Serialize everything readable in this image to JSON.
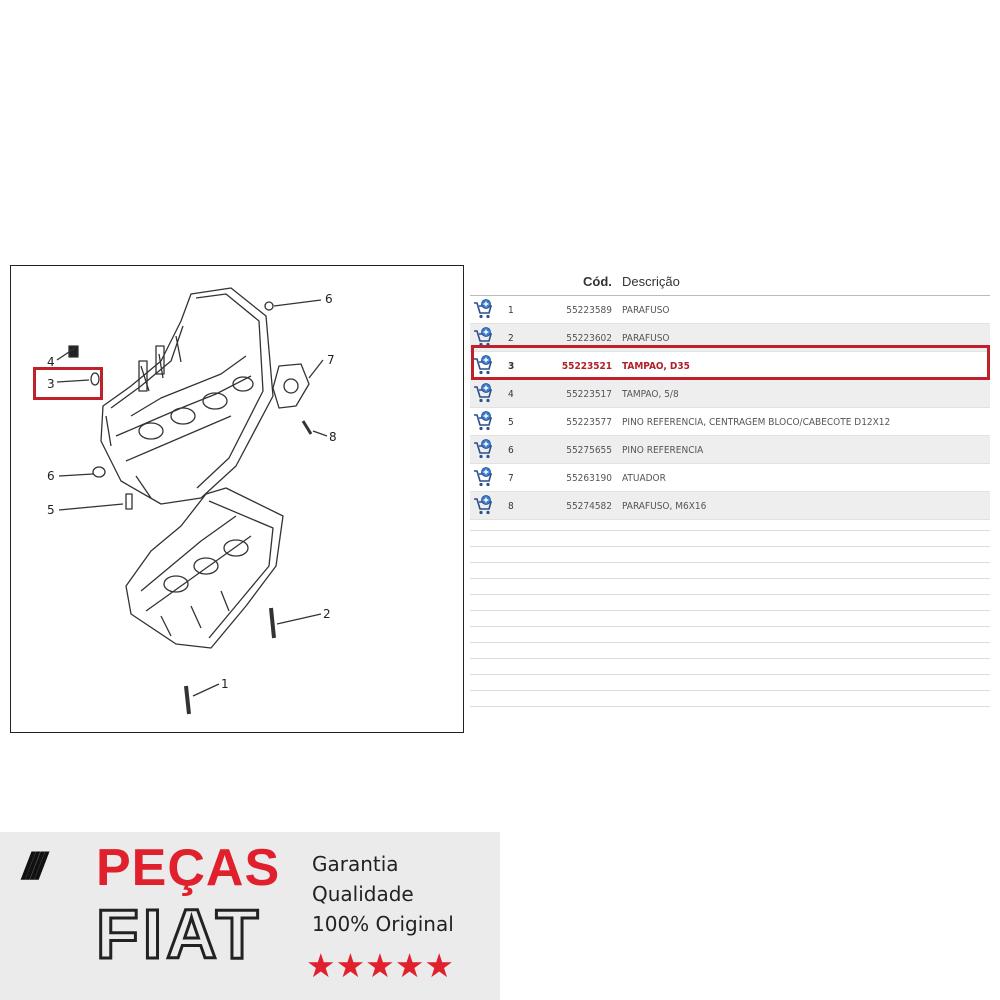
{
  "diagram": {
    "callouts": [
      "6",
      "4",
      "3",
      "7",
      "8",
      "6",
      "5",
      "2",
      "1"
    ]
  },
  "table": {
    "header": {
      "code": "Cód.",
      "description": "Descrição"
    },
    "rows": [
      {
        "num": "1",
        "code": "55223589",
        "description": "PARAFUSO"
      },
      {
        "num": "2",
        "code": "55223602",
        "description": "PARAFUSO"
      },
      {
        "num": "3",
        "code": "55223521",
        "description": "TAMPAO, D35"
      },
      {
        "num": "4",
        "code": "55223517",
        "description": "TAMPAO, 5/8"
      },
      {
        "num": "5",
        "code": "55223577",
        "description": "PINO REFERENCIA, CENTRAGEM BLOCO/CABECOTE D12X12"
      },
      {
        "num": "6",
        "code": "55275655",
        "description": "PINO REFERENCIA"
      },
      {
        "num": "7",
        "code": "55263190",
        "description": "ATUADOR"
      },
      {
        "num": "8",
        "code": "55274582",
        "description": "PARAFUSO, M6X16"
      }
    ],
    "cart_icon": "add-to-cart-icon",
    "highlight_color": "#c0202a"
  },
  "banner": {
    "slashes": "////",
    "brand_line1": "PEÇAS",
    "brand_line2": "FIAT",
    "taglines": [
      "Garantia",
      "Qualidade",
      "100% Original"
    ],
    "stars": "★★★★★",
    "rating": 5,
    "accent_color": "#e0202c"
  }
}
